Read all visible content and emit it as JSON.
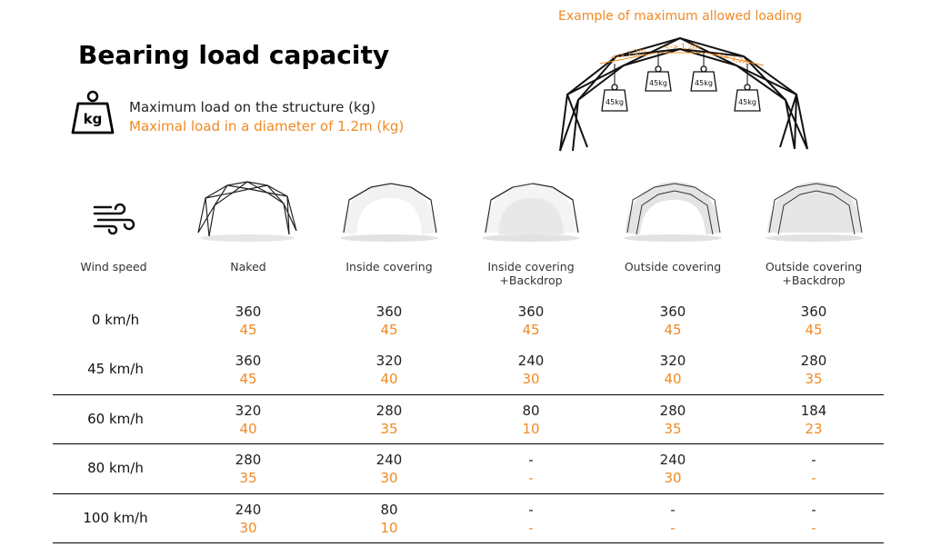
{
  "title": "Bearing load capacity",
  "legend": {
    "weight_icon_text": "kg",
    "max_label": "Maximum load on the structure (kg)",
    "local_label": "Maximal load in a diameter of 1.2m (kg)"
  },
  "example": {
    "caption": "Example of maximum allowed loading",
    "weights": [
      "45kg",
      "45kg",
      "45kg",
      "45kg"
    ],
    "spacings": [
      "<-> 1,2m",
      "<-> 1,2m",
      "<-> 1,2m"
    ]
  },
  "colors": {
    "accent": "#f08a24",
    "text": "#222222",
    "divider": "#000000"
  },
  "table": {
    "wind_header": "Wind speed",
    "columns": [
      "Naked",
      "Inside covering",
      "Inside covering\n+Backdrop",
      "Outside covering",
      "Outside covering\n+Backdrop"
    ],
    "rows": [
      {
        "wind": "0 km/h",
        "values": [
          [
            "360",
            "45"
          ],
          [
            "360",
            "45"
          ],
          [
            "360",
            "45"
          ],
          [
            "360",
            "45"
          ],
          [
            "360",
            "45"
          ]
        ]
      },
      {
        "wind": "45 km/h",
        "values": [
          [
            "360",
            "45"
          ],
          [
            "320",
            "40"
          ],
          [
            "240",
            "30"
          ],
          [
            "320",
            "40"
          ],
          [
            "280",
            "35"
          ]
        ]
      },
      {
        "wind": "60 km/h",
        "values": [
          [
            "320",
            "40"
          ],
          [
            "280",
            "35"
          ],
          [
            "80",
            "10"
          ],
          [
            "280",
            "35"
          ],
          [
            "184",
            "23"
          ]
        ]
      },
      {
        "wind": "80 km/h",
        "values": [
          [
            "280",
            "35"
          ],
          [
            "240",
            "30"
          ],
          [
            "-",
            "-"
          ],
          [
            "240",
            "30"
          ],
          [
            "-",
            "-"
          ]
        ]
      },
      {
        "wind": "100 km/h",
        "values": [
          [
            "240",
            "30"
          ],
          [
            "80",
            "10"
          ],
          [
            "-",
            "-"
          ],
          [
            "-",
            "-"
          ],
          [
            "-",
            "-"
          ]
        ]
      }
    ]
  }
}
